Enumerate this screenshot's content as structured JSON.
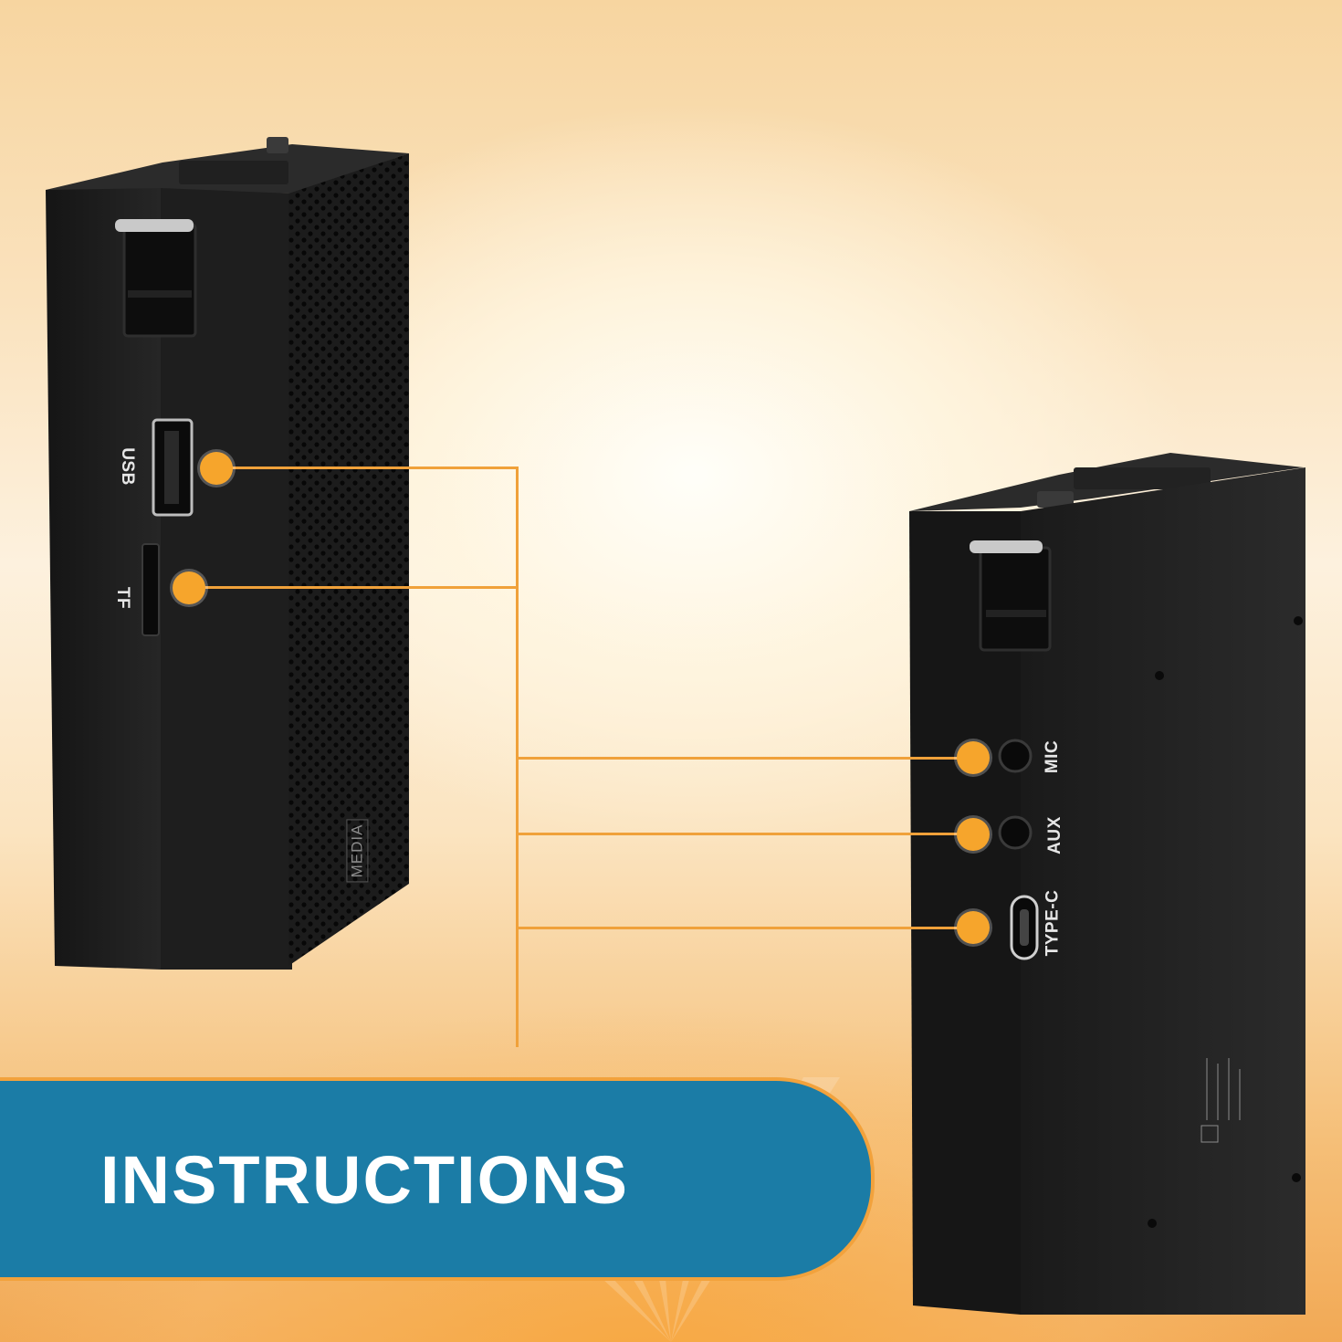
{
  "banner": {
    "title": "INSTRUCTIONS"
  },
  "left_device": {
    "brand": "MEDIA",
    "ports": [
      {
        "label": "USB"
      },
      {
        "label": "TF"
      }
    ]
  },
  "right_device": {
    "ports": [
      {
        "label": "MIC"
      },
      {
        "label": "AUX"
      },
      {
        "label": "TYPE-C"
      }
    ]
  },
  "colors": {
    "accent_orange": "#f6a52c",
    "banner_blue": "#1b7ca6",
    "device_black": "#1a1a1a"
  }
}
